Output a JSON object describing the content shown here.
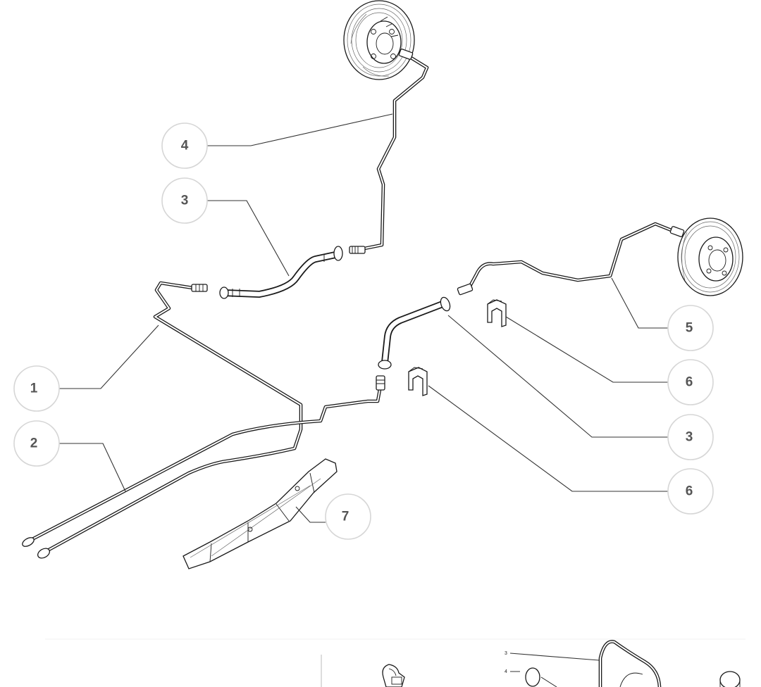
{
  "callouts": [
    {
      "id": "4"
    },
    {
      "id": "3"
    },
    {
      "id": "1"
    },
    {
      "id": "2"
    },
    {
      "id": "5"
    },
    {
      "id": "6"
    },
    {
      "id": "3"
    },
    {
      "id": "6"
    },
    {
      "id": "7"
    }
  ],
  "thumbnail_strip": {
    "labels": [
      "3",
      "4"
    ]
  }
}
